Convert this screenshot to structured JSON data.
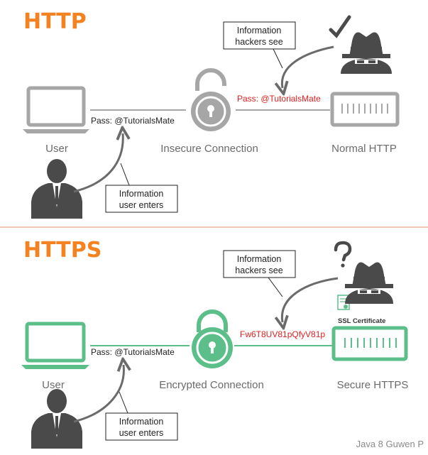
{
  "colors": {
    "accent_orange": "#f58220",
    "insecure_gray": "#a6a6a6",
    "secure_green": "#5cbf8a",
    "red_text": "#e02020",
    "dark_gray": "#444444",
    "label_gray": "#6b6b6b",
    "divider": "#f2c6b2"
  },
  "http": {
    "title": "HTTP",
    "user_label": "User",
    "connection_label": "Insecure Connection",
    "server_label": "Normal HTTP",
    "password_text": "Pass: @TutorialsMate",
    "seen_text": "Pass: @TutorialsMate",
    "callout_hackers": [
      "Information",
      "hackers see"
    ],
    "callout_user": [
      "Information",
      "user enters"
    ],
    "hacker_mark": "check-mark-icon"
  },
  "https": {
    "title": "HTTPS",
    "user_label": "User",
    "connection_label": "Encrypted Connection",
    "server_label": "Secure HTTPS",
    "password_text": "Pass: @TutorialsMate",
    "seen_text": "Fw6T8UV81pQfyV81p",
    "ssl_label": "SSL Certificate",
    "callout_hackers": [
      "Information",
      "hackers see"
    ],
    "callout_user": [
      "Information",
      "user enters"
    ],
    "hacker_mark": "question-mark-icon"
  },
  "watermark": "Java 8 Guwen P"
}
